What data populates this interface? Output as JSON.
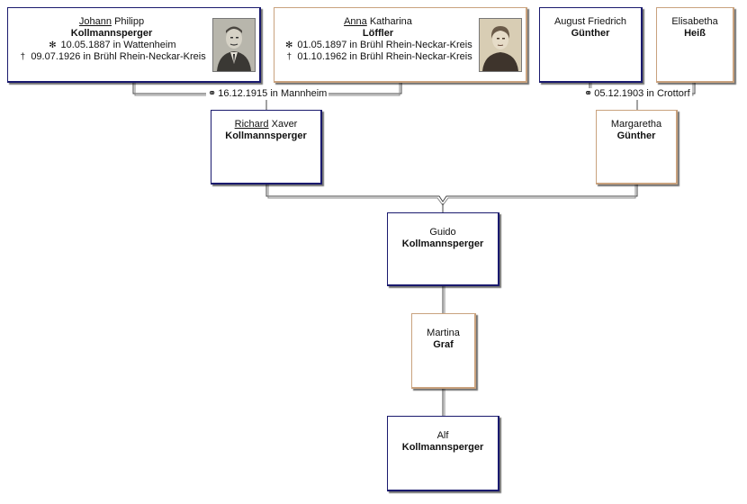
{
  "persons": {
    "johann": {
      "given_main": "Johann",
      "given_rest": "Philipp",
      "surname": "Kollmannsperger",
      "birth_symbol": "✻",
      "birth": "10.05.1887 in Wattenheim",
      "death_symbol": "†",
      "death": "09.07.1926 in Brühl Rhein-Neckar-Kreis"
    },
    "anna": {
      "given_main": "Anna",
      "given_rest": "Katharina",
      "surname": "Löffler",
      "birth_symbol": "✻",
      "birth": "01.05.1897 in Brühl Rhein-Neckar-Kreis",
      "death_symbol": "†",
      "death": "01.10.1962 in Brühl Rhein-Neckar-Kreis"
    },
    "august": {
      "given_rest": "August Friedrich",
      "surname": "Günther"
    },
    "elisabetha": {
      "given_rest": "Elisabetha",
      "surname": "Heiß"
    },
    "richard": {
      "given_main": "Richard",
      "given_rest": "Xaver",
      "surname": "Kollmannsperger"
    },
    "margaretha": {
      "given_rest": "Margaretha",
      "surname": "Günther"
    },
    "guido": {
      "given_rest": "Guido",
      "surname": "Kollmannsperger"
    },
    "martina": {
      "given_rest": "Martina",
      "surname": "Graf"
    },
    "alf": {
      "given_rest": "Alf",
      "surname": "Kollmannsperger"
    }
  },
  "marriages": {
    "johann_anna": {
      "symbol": "⚭",
      "text": "16.12.1915 in Mannheim"
    },
    "august_elisabetha": {
      "symbol": "⚭",
      "text": "05.12.1903 in Crottorf"
    }
  },
  "colors": {
    "male_border": "#1a1a6e",
    "female_border": "#c9a27e",
    "connector": "#555555"
  }
}
